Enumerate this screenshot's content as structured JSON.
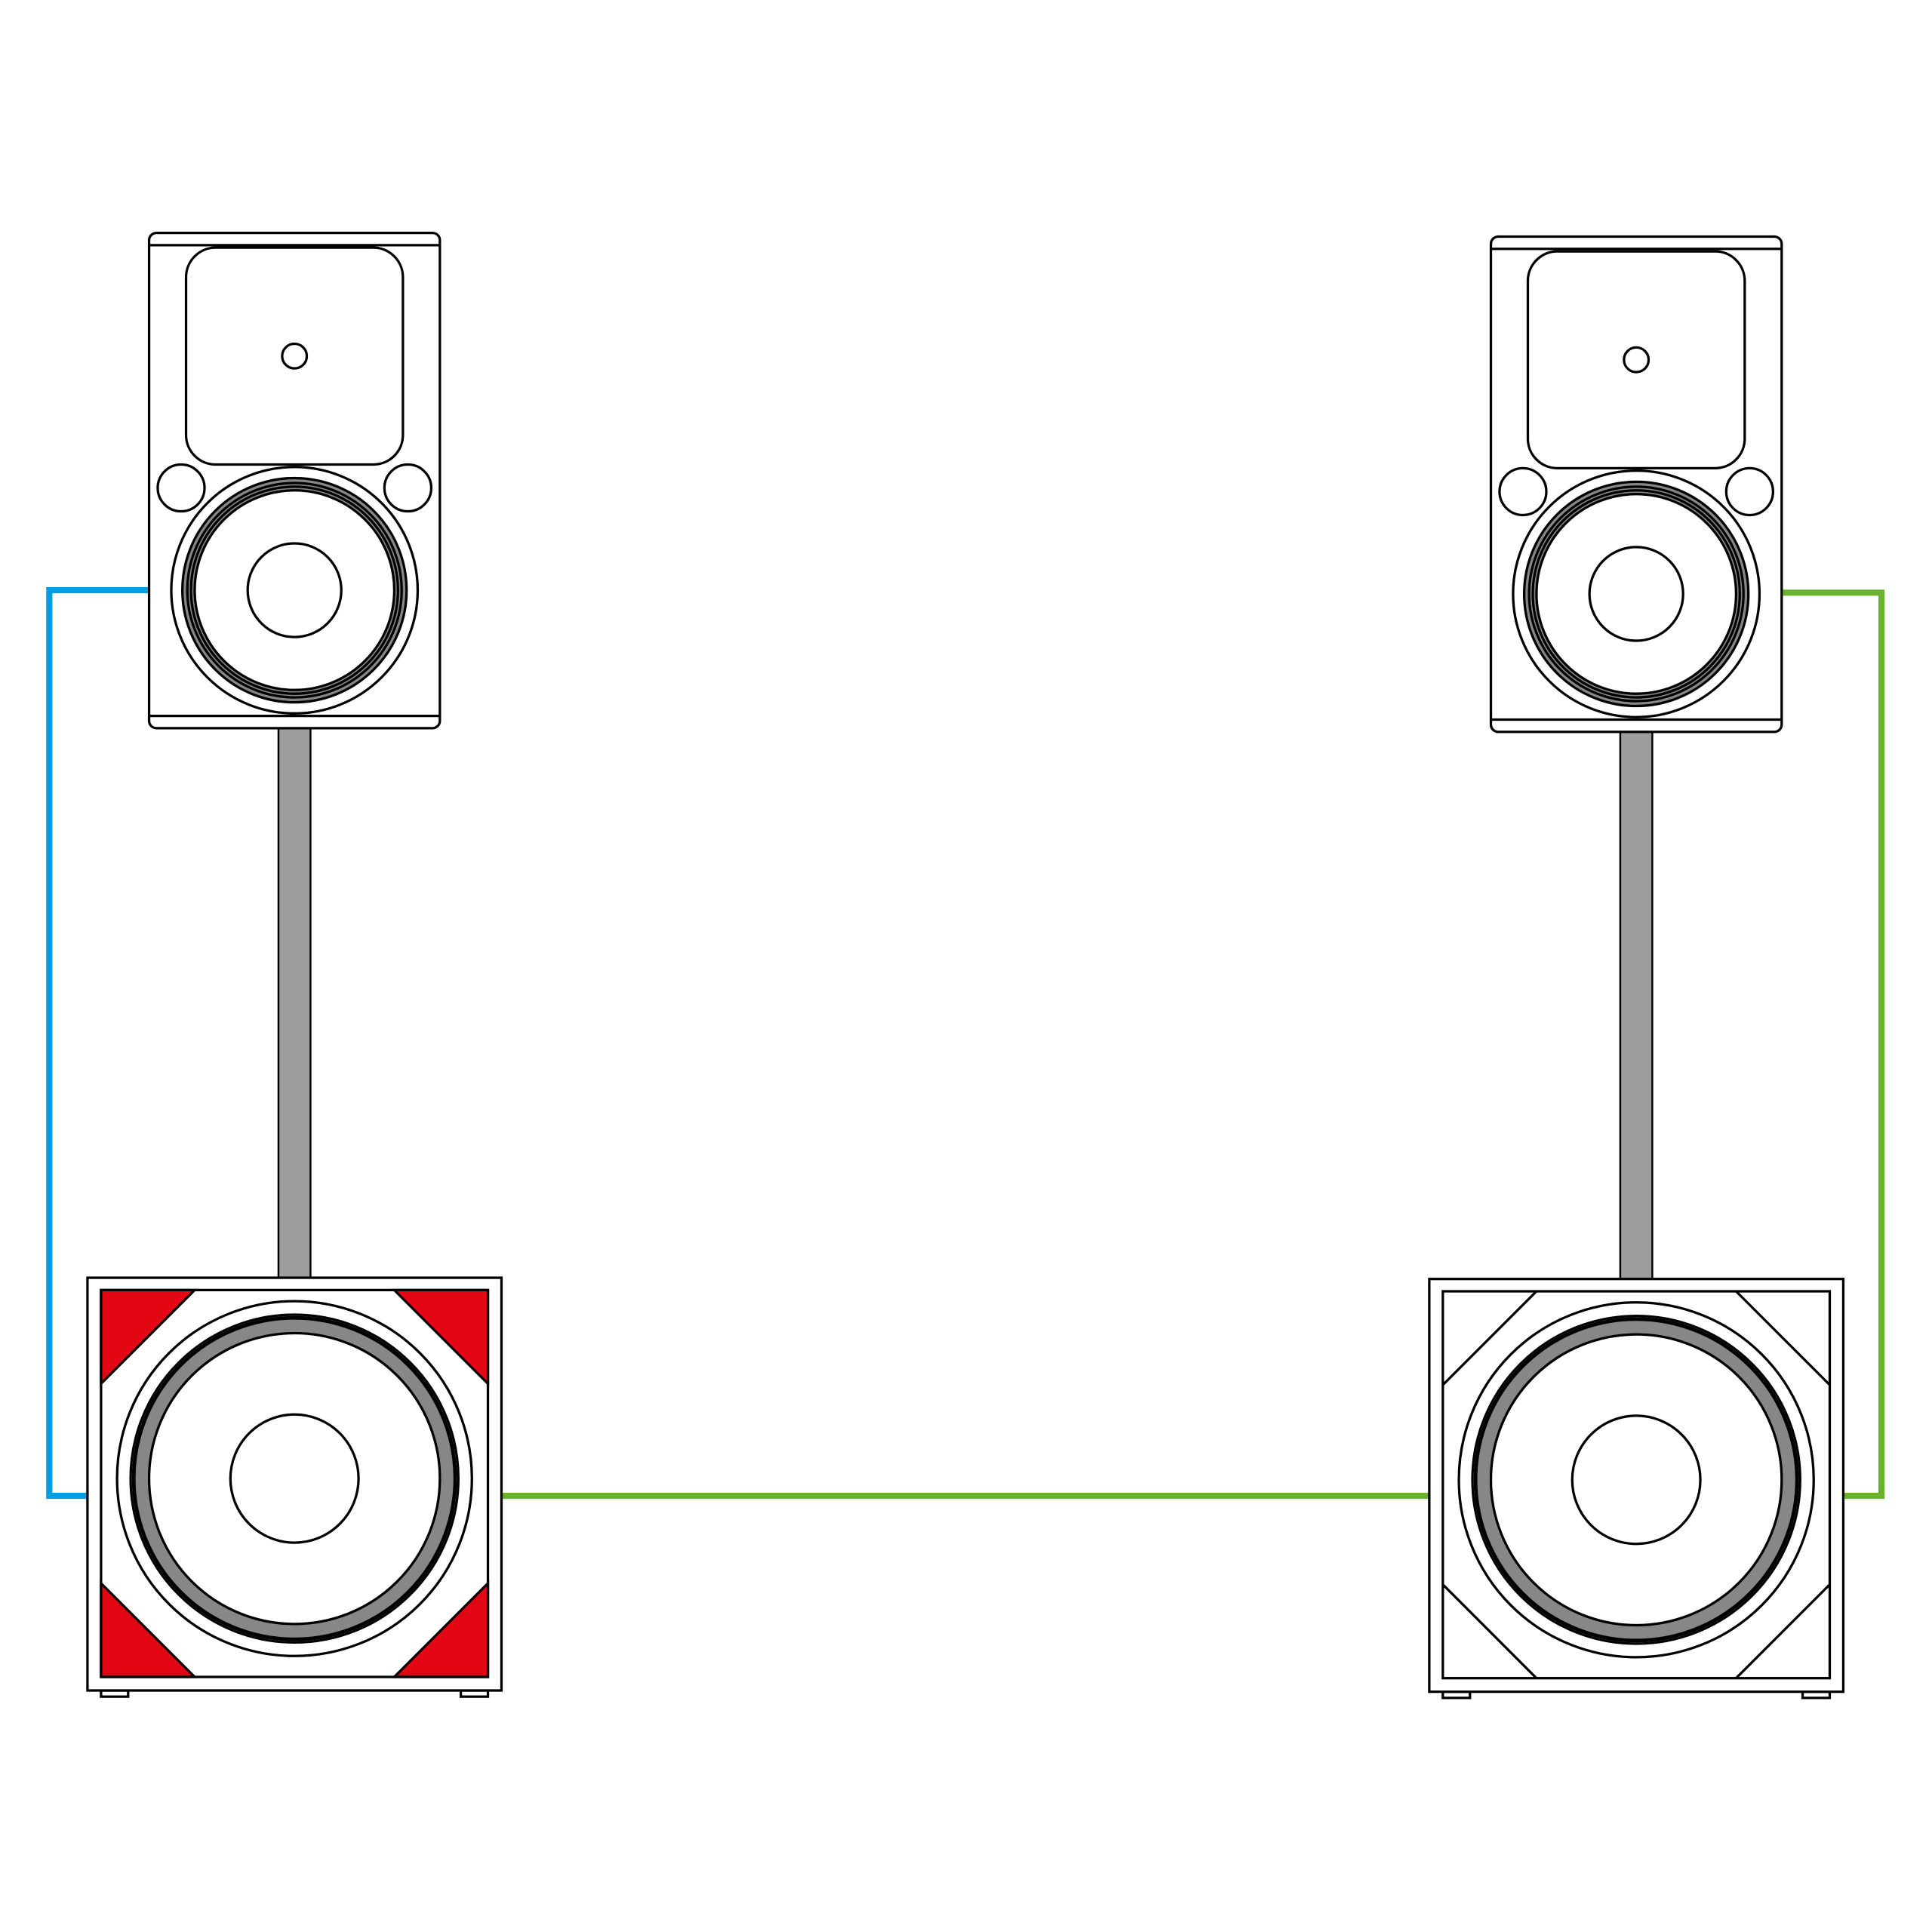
{
  "colors": {
    "cable_left": "#009fe3",
    "cable_link": "#6ab42d",
    "cable_right": "#6ab42d",
    "highlight_corners": "#e30613",
    "pole": "#9d9d9d",
    "surround": "#878787"
  },
  "devices": [
    {
      "type": "monitor-speaker",
      "position": "top-left"
    },
    {
      "type": "monitor-speaker",
      "position": "top-right"
    },
    {
      "type": "subwoofer",
      "position": "bottom-left",
      "highlighted": true
    },
    {
      "type": "subwoofer",
      "position": "bottom-right",
      "highlighted": false
    }
  ]
}
